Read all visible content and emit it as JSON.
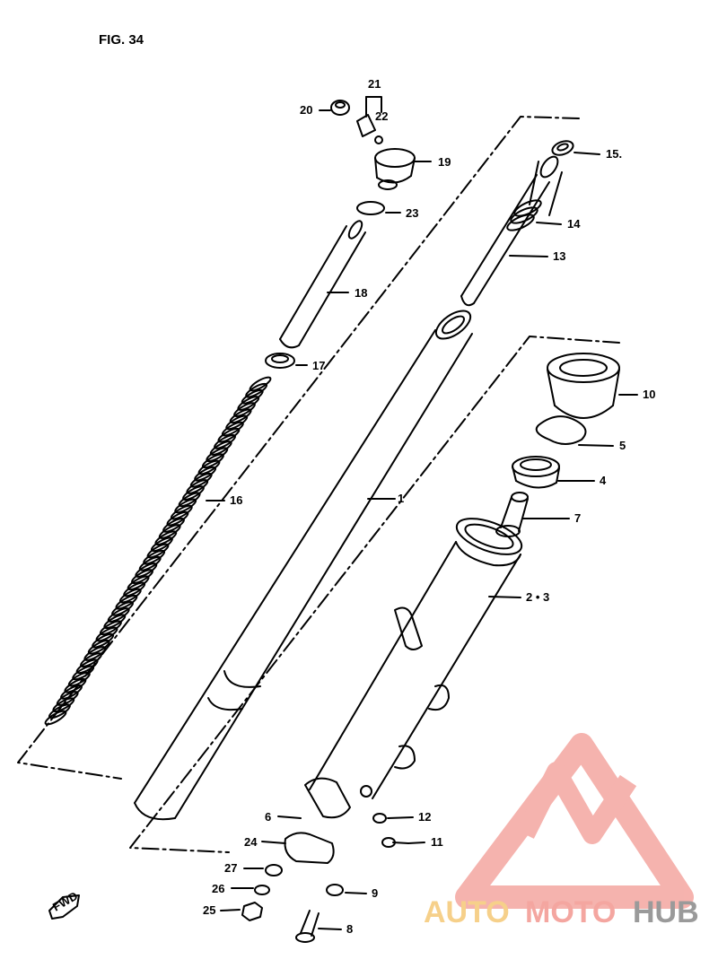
{
  "figure": {
    "title": "FIG. 34",
    "fwd_marker": "FWD"
  },
  "callouts": [
    {
      "id": "c1",
      "label": "1"
    },
    {
      "id": "c2",
      "label": "2 • 3"
    },
    {
      "id": "c4",
      "label": "4"
    },
    {
      "id": "c5",
      "label": "5"
    },
    {
      "id": "c6",
      "label": "6"
    },
    {
      "id": "c7",
      "label": "7"
    },
    {
      "id": "c8",
      "label": "8"
    },
    {
      "id": "c9",
      "label": "9"
    },
    {
      "id": "c10",
      "label": "10"
    },
    {
      "id": "c11",
      "label": "11"
    },
    {
      "id": "c12",
      "label": "12"
    },
    {
      "id": "c13",
      "label": "13"
    },
    {
      "id": "c14",
      "label": "14"
    },
    {
      "id": "c15",
      "label": "15."
    },
    {
      "id": "c16",
      "label": "16"
    },
    {
      "id": "c17",
      "label": "17"
    },
    {
      "id": "c18",
      "label": "18"
    },
    {
      "id": "c19",
      "label": "19"
    },
    {
      "id": "c20",
      "label": "20"
    },
    {
      "id": "c21",
      "label": "21"
    },
    {
      "id": "c22",
      "label": "22"
    },
    {
      "id": "c23",
      "label": "23"
    },
    {
      "id": "c24",
      "label": "24"
    },
    {
      "id": "c25",
      "label": "25"
    },
    {
      "id": "c26",
      "label": "26"
    },
    {
      "id": "c27",
      "label": "27"
    }
  ],
  "watermark": {
    "part1": "AUTO",
    "part2": "MOTO",
    "part3": "HUB",
    "color_primary": "#f4a6a0",
    "color_secondary": "#f6d08a",
    "color_tertiary": "#9a9a9a"
  }
}
